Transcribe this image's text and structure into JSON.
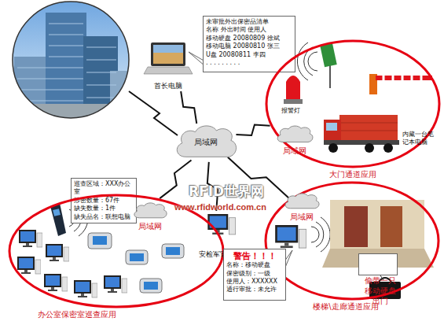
{
  "diagram": {
    "nodes": [
      {
        "text": [
          "未审批外出保密品清单",
          "名称 外出时间 使用人",
          "移动硬盘 20080809 徐斌",
          "移动电脑 20080810 张三",
          "U盘 20080811 李四",
          ". . . . . . . . ."
        ]
      },
      {
        "text": [
          "首长电脑"
        ]
      },
      {
        "text": [
          "大门通道应用"
        ]
      },
      {
        "text": [
          "局域网"
        ],
        "in": 2
      },
      {
        "text": [
          "局域网"
        ]
      },
      {
        "text": [
          "巡查区域：XXX办公室",
          "涉密数量：67件",
          "缺失数量：1件",
          "缺失品名：联想电脑"
        ]
      },
      {
        "text": [
          "办公室保密室巡查应用"
        ]
      },
      {
        "text": [
          "局域网"
        ],
        "in": 6
      },
      {
        "text": [
          "安检军官电脑"
        ]
      },
      {
        "text": [
          "楼梯\\走廊通道应用"
        ]
      },
      {
        "text": [
          "局域网"
        ],
        "in": 9
      },
      {
        "text": [
          "警告！！！",
          "名称：移动硬盘",
          "保密级别：一级",
          "使用人：XXXXXX",
          "通行审批：未允许"
        ]
      },
      {
        "text": [
          "偷带一只移动硬盘出门"
        ],
        "in": 9
      }
    ],
    "edges": [
      {
        "from": 4,
        "to": 1,
        "arrow": "none"
      },
      {
        "from": 4,
        "to": 2,
        "arrow": "none"
      },
      {
        "from": 4,
        "to": 6,
        "arrow": "none"
      },
      {
        "from": 4,
        "to": 8,
        "arrow": "none"
      },
      {
        "from": 4,
        "to": 9,
        "arrow": "none"
      }
    ],
    "labels": [
      "报警灯",
      "内藏一台笔记本电脑",
      "RFID世界网",
      "www.rfidworld.com.cn"
    ]
  }
}
